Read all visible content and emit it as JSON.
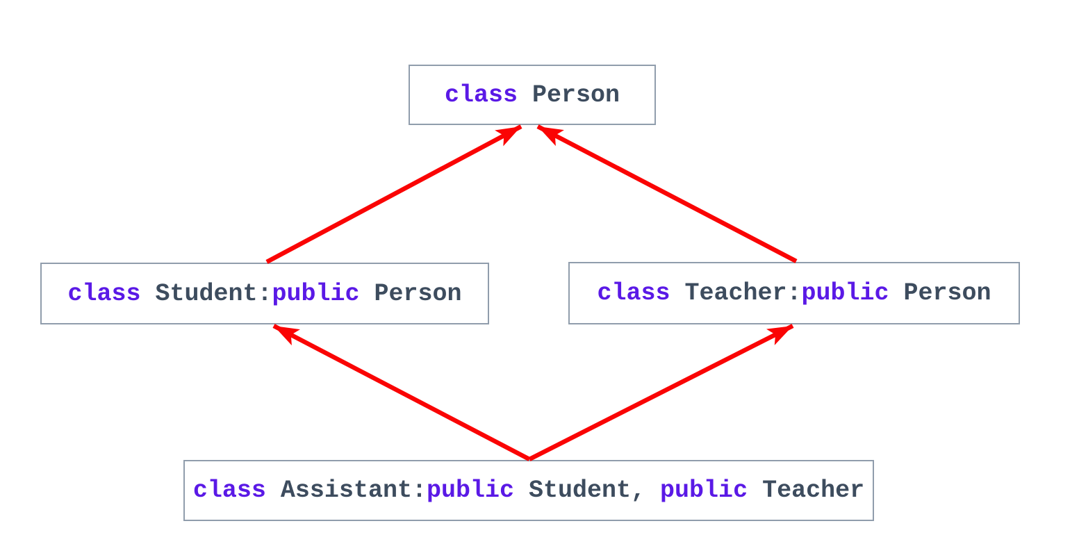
{
  "colors": {
    "background": "#FFFFFF",
    "border": "#909DAC",
    "keyword": "#5A19E6",
    "identifier": "#3D4C5E",
    "arrow": "#FA0404"
  },
  "boxes": {
    "person": {
      "text": "class Person",
      "segments": [
        {
          "type": "keyword",
          "text": "class"
        },
        {
          "type": "identifier",
          "text": " Person"
        }
      ]
    },
    "student": {
      "text": "class Student:public Person",
      "segments": [
        {
          "type": "keyword",
          "text": "class"
        },
        {
          "type": "identifier",
          "text": " Student:"
        },
        {
          "type": "keyword",
          "text": "public"
        },
        {
          "type": "identifier",
          "text": " Person"
        }
      ]
    },
    "teacher": {
      "text": "class Teacher:public Person",
      "segments": [
        {
          "type": "keyword",
          "text": "class"
        },
        {
          "type": "identifier",
          "text": " Teacher:"
        },
        {
          "type": "keyword",
          "text": "public"
        },
        {
          "type": "identifier",
          "text": " Person"
        }
      ]
    },
    "assistant": {
      "text": "class Assistant:public Student, public Teacher",
      "segments": [
        {
          "type": "keyword",
          "text": "class"
        },
        {
          "type": "identifier",
          "text": " Assistant:"
        },
        {
          "type": "keyword",
          "text": "public"
        },
        {
          "type": "identifier",
          "text": " Student, "
        },
        {
          "type": "keyword",
          "text": "public"
        },
        {
          "type": "identifier",
          "text": " Teacher"
        }
      ]
    }
  },
  "arrows": [
    {
      "from": "Student",
      "to": "Person"
    },
    {
      "from": "Teacher",
      "to": "Person"
    },
    {
      "from": "Assistant",
      "to": "Student"
    },
    {
      "from": "Assistant",
      "to": "Teacher"
    }
  ]
}
